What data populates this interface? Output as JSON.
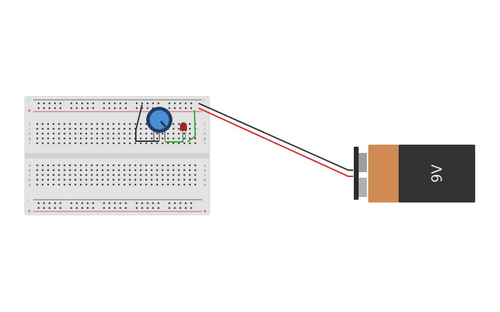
{
  "canvas": {
    "background": "#ffffff"
  },
  "breadboard": {
    "rail_minus_label": "-",
    "rail_plus_label": "+",
    "row_letters_top": [
      "j",
      "i",
      "h",
      "g",
      "f"
    ],
    "row_letters_bottom": [
      "e",
      "d",
      "c",
      "b",
      "a"
    ],
    "column_count": 30,
    "body_color": "#e3e3e3",
    "rail_red": "#d8262c",
    "rail_black": "#3a3a3a"
  },
  "components": {
    "potentiometer": {
      "icon": "potentiometer-icon",
      "knob_color": "#4a8fd6",
      "ring_color": "#1d3f66"
    },
    "led": {
      "icon": "led-icon",
      "color": "#a82326"
    },
    "battery": {
      "label": "9V",
      "icon": "battery-icon",
      "body_color": "#333333",
      "cap_color": "#d08b52"
    }
  },
  "wires": {
    "red": "#d8262c",
    "black": "#2b2f36",
    "green": "#2fae35"
  }
}
